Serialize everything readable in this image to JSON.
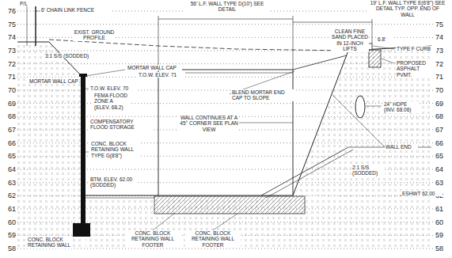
{
  "diagram": {
    "labels": [
      "76",
      "75",
      "74",
      "73",
      "72",
      "71",
      "70",
      "69",
      "68",
      "67",
      "66",
      "65",
      "64",
      "63",
      "62",
      "61",
      "60",
      "59",
      "58",
      "76",
      "75",
      "74",
      "73",
      "72",
      "71",
      "70",
      "69",
      "68",
      "67",
      "66",
      "65",
      "64",
      "63",
      "62",
      "61",
      "60",
      "59",
      "58",
      "P/L",
      "6' CHAIN LINK FENCE",
      "EXIST. GROUND PROFILE",
      "3:1 S/S (SODDED)",
      "MORTAR WALL CAP",
      "T.O.W. ELEV. 71",
      "MORTAR WALL CAP",
      "T.O.W. ELEV. 70",
      "FEMA FLOOD ZONE A (ELEV. 68.2)",
      "COMPENSATORY FLOOD STORAGE",
      "CONC. BLOCK RETAINING WALL TYPE G(8'8\")",
      "BTM. ELEV. 62.00 (SODDED)",
      "56' L.F. WALL TYPE D(10') SEE DETAIL",
      "19' L.F. WALL TYPE E(6'8\") SEE DETAIL TYP. OPP. END OF WALL",
      "BLEND MORTAR END CAP TO SLOPE",
      "WALL CONTINUES AT A 45° CORNER SEE PLAN VIEW",
      "CLEAN FINE SAND PLACED IN 12-INCH LIFTS",
      "6.8'",
      "TYPE F CURB",
      "PROPOSED ASPHALT PVMT.",
      "24\" HDPE (INV. 68.06)",
      "WALL END",
      "2:1 S/S (SODDED)",
      "ESHWT 62.00",
      "CONC. BLOCK RETAINING WALL",
      "CONC. BLOCK RETAINING WALL FOOTER",
      "CONC. BLOCK RETAINING WALL FOOTER"
    ]
  }
}
